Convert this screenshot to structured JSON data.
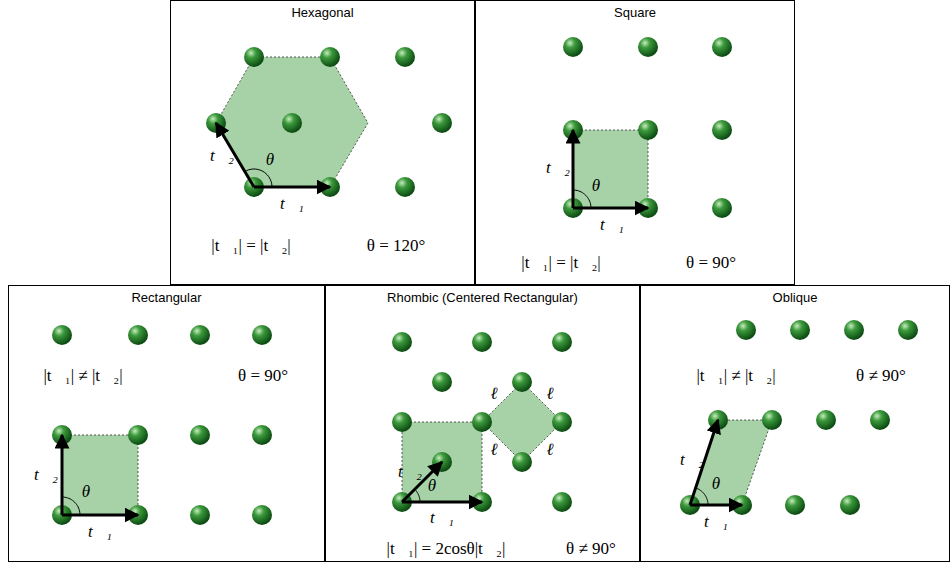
{
  "diagram": {
    "nodes": [
      {
        "text": [
          "Hexagonal",
          "|t⃗₁| = |t⃗₂|",
          "θ = 120°"
        ]
      },
      {
        "text": [
          "Square",
          "|t⃗₁| = |t⃗₂|",
          "θ = 90°"
        ]
      },
      {
        "text": [
          "Rectangular",
          "|t⃗₁| ≠ |t⃗₂|",
          "θ = 90°"
        ]
      },
      {
        "text": [
          "Rhombic (Centered Rectangular)",
          "|t⃗₁| = 2cosθ|t⃗₂|",
          "θ ≠ 90°"
        ]
      },
      {
        "text": [
          "Oblique",
          "|t⃗₁| ≠ |t⃗₂|",
          "θ ≠ 90°"
        ]
      }
    ],
    "labels": [
      "t⃗₂",
      "θ",
      "t⃗₁",
      "t⃗₂",
      "θ",
      "t⃗₁",
      "t⃗₂",
      "θ",
      "t⃗₁",
      "t⃗₂",
      "θ",
      "t⃗₁",
      "ℓ",
      "ℓ",
      "ℓ",
      "ℓ",
      "t⃗₂",
      "θ",
      "t⃗₁"
    ]
  }
}
